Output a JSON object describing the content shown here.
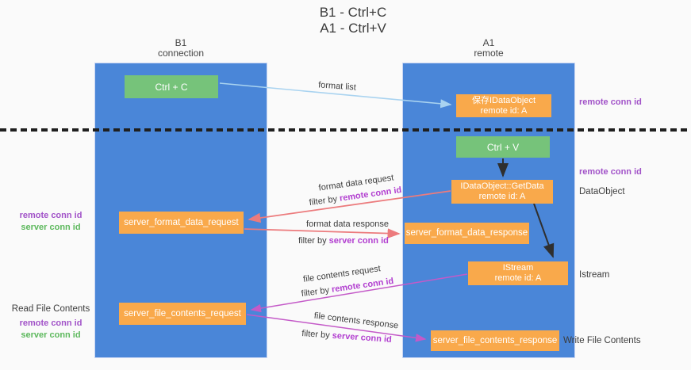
{
  "title": {
    "line1": "B1 - Ctrl+C",
    "line2": "A1 - Ctrl+V"
  },
  "lanes": {
    "left": {
      "name": "B1",
      "role": "connection"
    },
    "right": {
      "name": "A1",
      "role": "remote"
    }
  },
  "nodes": {
    "ctrl_c": {
      "label": "Ctrl + C"
    },
    "ctrl_v": {
      "label": "Ctrl + V"
    },
    "save_dataobject": {
      "line1": "保存IDataObject",
      "line2": "remote id: A"
    },
    "getdata": {
      "line1": "IDataObject::GetData",
      "line2": "remote id: A"
    },
    "istream": {
      "line1": "IStream",
      "line2": "remote id: A"
    },
    "format_request": {
      "label": "server_format_data_request"
    },
    "format_response": {
      "label": "server_format_data_response"
    },
    "file_request": {
      "label": "server_file_contents_request"
    },
    "file_response": {
      "label": "server_file_contents_response"
    }
  },
  "edges": {
    "format_list": {
      "label": "format list"
    },
    "format_request": {
      "label": "format data request",
      "filter_prefix": "filter by ",
      "filter_key": "remote conn id"
    },
    "format_response": {
      "label": "format data response",
      "filter_prefix": "filter by ",
      "filter_key": "server conn id"
    },
    "file_request": {
      "label": "file contents request",
      "filter_prefix": "filter by ",
      "filter_key": "remote conn id"
    },
    "file_response": {
      "label": "file contents response",
      "filter_prefix": "filter by ",
      "filter_key": "server conn id"
    }
  },
  "annotations": {
    "right_remote_conn_top": "remote conn id",
    "right_remote_conn_mid": "remote conn id",
    "dataobject": "DataObject",
    "istream": "Istream",
    "write_file": "Write File Contents",
    "left_remote_conn_mid": "remote conn id",
    "left_server_conn_mid": "server conn id",
    "read_file": "Read File Contents",
    "left_remote_conn_bottom": "remote conn id",
    "left_server_conn_bottom": "server conn id"
  },
  "colors": {
    "lane_blue": "#4a86d8",
    "node_orange": "#f9a94b",
    "node_green": "#76c37a",
    "arrow_red": "#ec7b7d",
    "arrow_magenta": "#c45ac8",
    "arrow_light_blue": "#a9d3f0",
    "arrow_black": "#2f2f2f",
    "label_purple": "#a152c8",
    "label_green": "#5cb85c",
    "filter_highlight": "#b23fd0"
  }
}
